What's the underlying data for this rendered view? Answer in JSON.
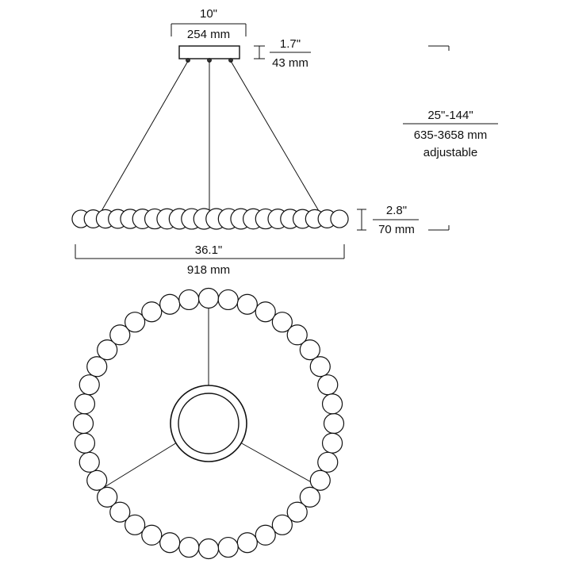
{
  "dimensions": {
    "canopy_width_in": "10\"",
    "canopy_width_mm": "254 mm",
    "canopy_height_in": "1.7\"",
    "canopy_height_mm": "43 mm",
    "overall_height_in": "25\"-144\"",
    "overall_height_mm": "635-3658 mm",
    "overall_height_note": "adjustable",
    "ring_height_in": "2.8\"",
    "ring_height_mm": "70 mm",
    "ring_diameter_in": "36.1\"",
    "ring_diameter_mm": "918 mm"
  },
  "colors": {
    "ink": "#111111",
    "background": "#ffffff"
  }
}
